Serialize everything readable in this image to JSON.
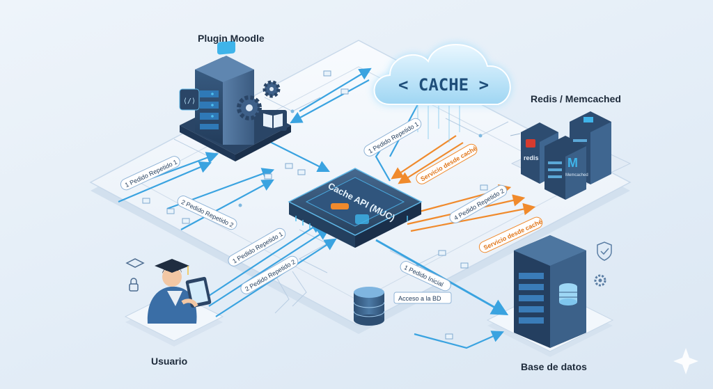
{
  "labels": {
    "plugin": "Plugin Moodle",
    "redis": "Redis / Memcached",
    "usuario": "Usuario",
    "base": "Base de datos",
    "cloud": "< CACHE >",
    "api": "Cache API (MUC)",
    "redis_logo": "redis",
    "memcached_logo": "Memcached"
  },
  "flows": {
    "f1": "1 Pedido Repetido 1",
    "f2": "2 Pedido Repetido 2",
    "f3": "1 Pedido Repetido 1",
    "f4": "2 Pedido Repetido 2",
    "f5": "1 Pedido Repetido 1",
    "f6": "4 Pedido Repetido 2",
    "f7": "1 Pedido Inicial",
    "acceso": "Acceso a la BD",
    "servicio1": "Servicio desde caché",
    "servicio2": "Servicio desde caché"
  },
  "colors": {
    "accent_blue": "#3aa3e0",
    "accent_orange": "#f08a2c",
    "server_dark": "#2c4a6b",
    "platform": "#f4f8fc"
  }
}
